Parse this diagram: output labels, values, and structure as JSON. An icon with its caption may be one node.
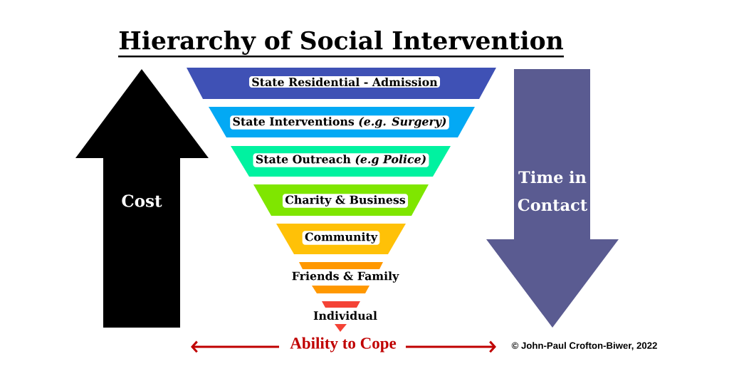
{
  "diagram": {
    "title": "Hierarchy of Social Intervention",
    "nodes": [
      {
        "text": [
          "Cost"
        ]
      },
      {
        "text": [
          "State Residential - Admission"
        ]
      },
      {
        "text": [
          "State Interventions *(e.g. Surgery)*"
        ]
      },
      {
        "text": [
          "State Outreach *(e.g Police)*"
        ]
      },
      {
        "text": [
          "Charity & Business"
        ]
      },
      {
        "text": [
          "Community"
        ]
      },
      {
        "text": [
          "Friends & Family"
        ]
      },
      {
        "text": [
          "Individual"
        ]
      },
      {
        "text": [
          "Time in Contact"
        ]
      }
    ],
    "labels": [
      "Ability to Cope",
      "© John-Paul Crofton-Biwer, 2022"
    ]
  }
}
